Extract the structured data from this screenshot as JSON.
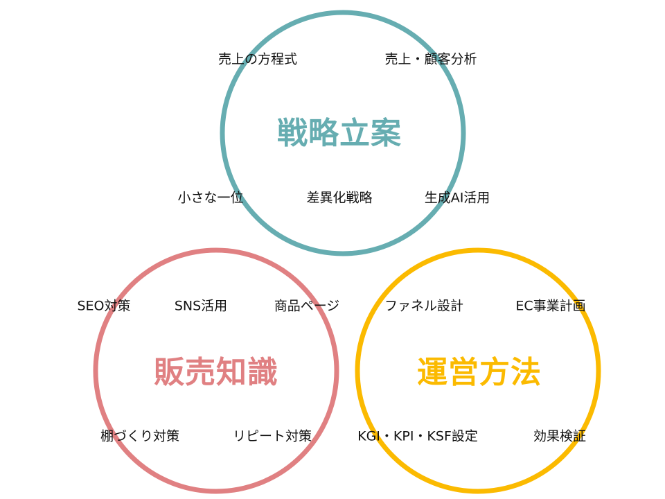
{
  "colors": {
    "strategy": "#66ADB1",
    "sales": "#E08082",
    "operations": "#FBBA00"
  },
  "circles": [
    {
      "id": "strategy",
      "title": "戦略立案",
      "items": [
        "売上の方程式",
        "売上・顧客分析",
        "小さな一位",
        "差異化戦略",
        "生成AI活用"
      ]
    },
    {
      "id": "sales",
      "title": "販売知識",
      "items": [
        "SEO対策",
        "SNS活用",
        "商品ページ",
        "棚づくり対策",
        "リピート対策"
      ]
    },
    {
      "id": "operations",
      "title": "運営方法",
      "items": [
        "ファネル設計",
        "EC事業計画",
        "KGI・KPI・KSF設定",
        "効果検証"
      ]
    }
  ]
}
